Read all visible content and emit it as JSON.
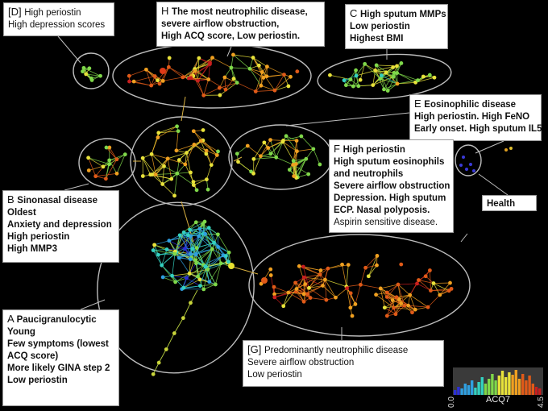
{
  "clusters": [
    {
      "id": "D",
      "letter": "[D]",
      "lines": [
        {
          "text": "High periostin",
          "bold": false
        },
        {
          "text": "High depression scores",
          "bold": false
        }
      ]
    },
    {
      "id": "H",
      "letter": "H",
      "lines": [
        {
          "text": "The most neutrophilic disease,",
          "bold": true
        },
        {
          "text": "severe airflow obstruction,",
          "bold": true
        },
        {
          "text": "High ACQ score, Low periostin.",
          "bold": true
        }
      ]
    },
    {
      "id": "C",
      "letter": "C",
      "lines": [
        {
          "text": "High sputum MMPs",
          "bold": true
        },
        {
          "text": "Low periostin",
          "bold": true
        },
        {
          "text": "Highest BMI",
          "bold": true
        }
      ]
    },
    {
      "id": "E",
      "letter": "E",
      "lines": [
        {
          "text": "Eosinophilic disease",
          "bold": true
        },
        {
          "text": "High periostin. High FeNO",
          "bold": true
        },
        {
          "text": "Early onset. High sputum IL5",
          "bold": true
        }
      ]
    },
    {
      "id": "F",
      "letter": "F",
      "lines": [
        {
          "text": "High periostin",
          "bold": true
        },
        {
          "text": "High sputum eosinophils",
          "bold": true
        },
        {
          "text": "and neutrophils",
          "bold": true
        },
        {
          "text": "Severe airflow obstruction",
          "bold": true
        },
        {
          "text": "Depression. High sputum",
          "bold": true
        },
        {
          "text": "ECP. Nasal polyposis.",
          "bold": true
        },
        {
          "text": "Aspirin sensitive disease.",
          "bold": false
        }
      ]
    },
    {
      "id": "B",
      "letter": "B",
      "lines": [
        {
          "text": "Sinonasal disease",
          "bold": true
        },
        {
          "text": "Oldest",
          "bold": true
        },
        {
          "text": "Anxiety and depression",
          "bold": true
        },
        {
          "text": "High periostin",
          "bold": true
        },
        {
          "text": "High MMP3",
          "bold": true
        }
      ]
    },
    {
      "id": "A",
      "letter": "A",
      "lines": [
        {
          "text": "Paucigranulocytic",
          "bold": true
        },
        {
          "text": "Young",
          "bold": true
        },
        {
          "text": "Few symptoms (lowest",
          "bold": true
        },
        {
          "text": "ACQ score)",
          "bold": true
        },
        {
          "text": "More likely GINA step 2",
          "bold": true
        },
        {
          "text": "Low periostin",
          "bold": true
        }
      ]
    },
    {
      "id": "G",
      "letter": "[G]",
      "lines": [
        {
          "text": "Predominantly neutrophilic disease",
          "bold": false
        },
        {
          "text": "Severe airflow obstruction",
          "bold": false
        },
        {
          "text": "Low periostin",
          "bold": false
        }
      ]
    },
    {
      "id": "Health",
      "letter": "",
      "lines": [
        {
          "text": "Health",
          "bold": true
        }
      ]
    }
  ],
  "legend": {
    "title": "ACQ7",
    "min_label": "0.0",
    "max_label": "4.5",
    "gradient": [
      "#2b2fd6",
      "#2f9fe0",
      "#33d0c0",
      "#7fd84a",
      "#e8e23a",
      "#f0a020",
      "#e05a18",
      "#c81e1e"
    ]
  },
  "colors": {
    "background": "#000000",
    "ellipse_stroke": "#bdbdbd",
    "edge": "#c8b84a"
  }
}
